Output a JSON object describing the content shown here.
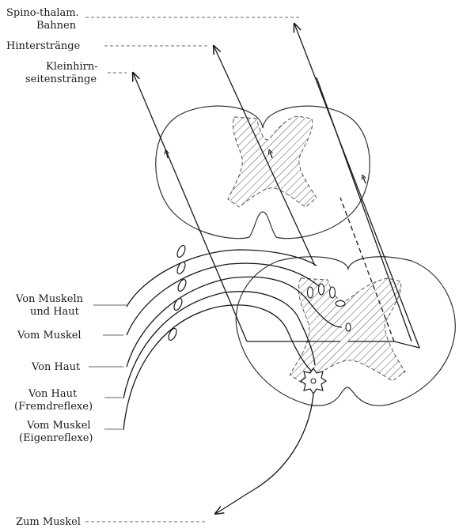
{
  "labels": {
    "spino_thalam_1": "Spino-thalam.",
    "spino_thalam_2": "Bahnen",
    "hinterstraenge": "Hinterstränge",
    "kleinhirn_1": "Kleinhirn-",
    "kleinhirn_2": "seitenstränge",
    "von_muskeln_1": "Von Muskeln",
    "von_muskeln_2": "und Haut",
    "vom_muskel": "Vom Muskel",
    "von_haut": "Von Haut",
    "von_haut_fremd_1": "Von Haut",
    "von_haut_fremd_2": "(Fremdreflexe)",
    "vom_muskel_eigen_1": "Vom Muskel",
    "vom_muskel_eigen_2": "(Eigenreflexe)",
    "zum_muskel": "Zum Muskel"
  }
}
